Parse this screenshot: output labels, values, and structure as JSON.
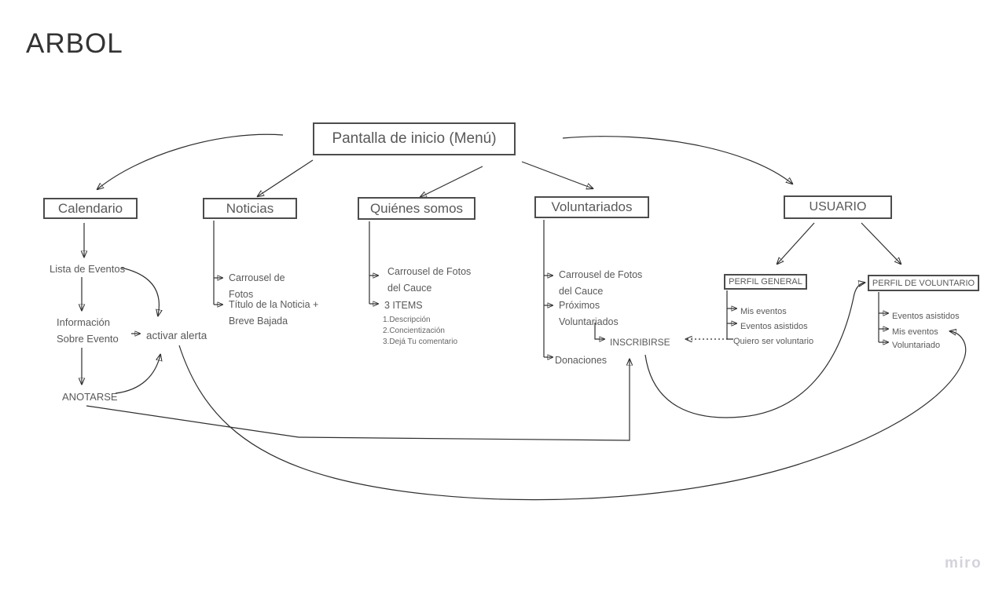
{
  "board": {
    "title": "ARBOL",
    "watermark": "miro"
  },
  "colors": {
    "line": "#2f2f2f",
    "box_border": "#4c4c4c",
    "text": "#595959",
    "watermark": "#d3d3db"
  },
  "nodes": {
    "root": "Pantalla de inicio (Menú)",
    "calendario": {
      "label": "Calendario",
      "lista_eventos": "Lista de Eventos",
      "info_evento": "Información Sobre Evento",
      "anotarse": "ANOTARSE",
      "activar_alerta": "activar alerta"
    },
    "noticias": {
      "label": "Noticias",
      "items": [
        "Carrousel de Fotos",
        "Título de la Noticia + Breve Bajada"
      ]
    },
    "quienes_somos": {
      "label": "Quiénes somos",
      "items": [
        "Carrousel de Fotos del Cauce",
        "3 ITEMS"
      ],
      "sub_items": [
        "1.Descripción",
        "2.Concientización",
        "3.Dejá Tu comentario"
      ]
    },
    "voluntariados": {
      "label": "Voluntariados",
      "items": [
        "Carrousel de Fotos del Cauce",
        "Próximos Voluntariados",
        "Donaciones"
      ],
      "inscribirse": "INSCRIBIRSE"
    },
    "usuario": {
      "label": "USUARIO",
      "perfil_general": {
        "label": "PERFIL GENERAL",
        "items": [
          "Mis eventos",
          "Eventos asistidos",
          "Quiero ser voluntario"
        ]
      },
      "perfil_voluntario": {
        "label": "PERFIL DE VOLUNTARIO",
        "items": [
          "Eventos asistidos",
          "Mis eventos",
          "Voluntariado"
        ]
      }
    }
  }
}
